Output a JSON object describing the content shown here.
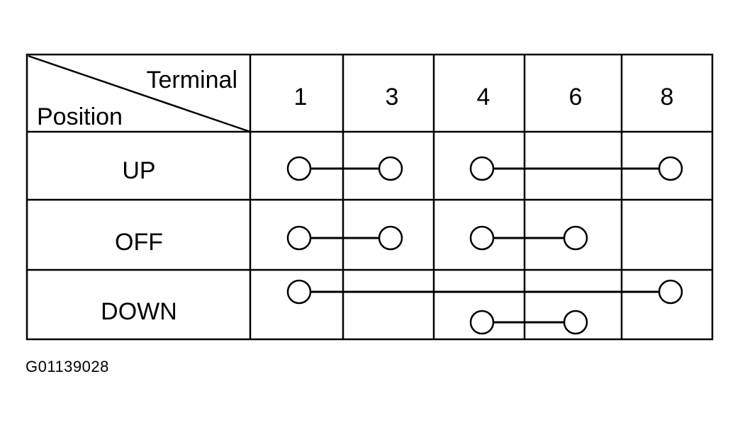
{
  "header_corner": {
    "column_label": "Terminal",
    "row_label": "Position"
  },
  "terminals": [
    "1",
    "3",
    "4",
    "6",
    "8"
  ],
  "positions": [
    {
      "label": "UP",
      "connections": [
        [
          "1",
          "3"
        ],
        [
          "4",
          "8"
        ]
      ]
    },
    {
      "label": "OFF",
      "connections": [
        [
          "1",
          "3"
        ],
        [
          "4",
          "6"
        ]
      ]
    },
    {
      "label": "DOWN",
      "connections": [
        [
          "1",
          "8"
        ],
        [
          "4",
          "6"
        ]
      ]
    }
  ],
  "figure_id": "G01139028"
}
